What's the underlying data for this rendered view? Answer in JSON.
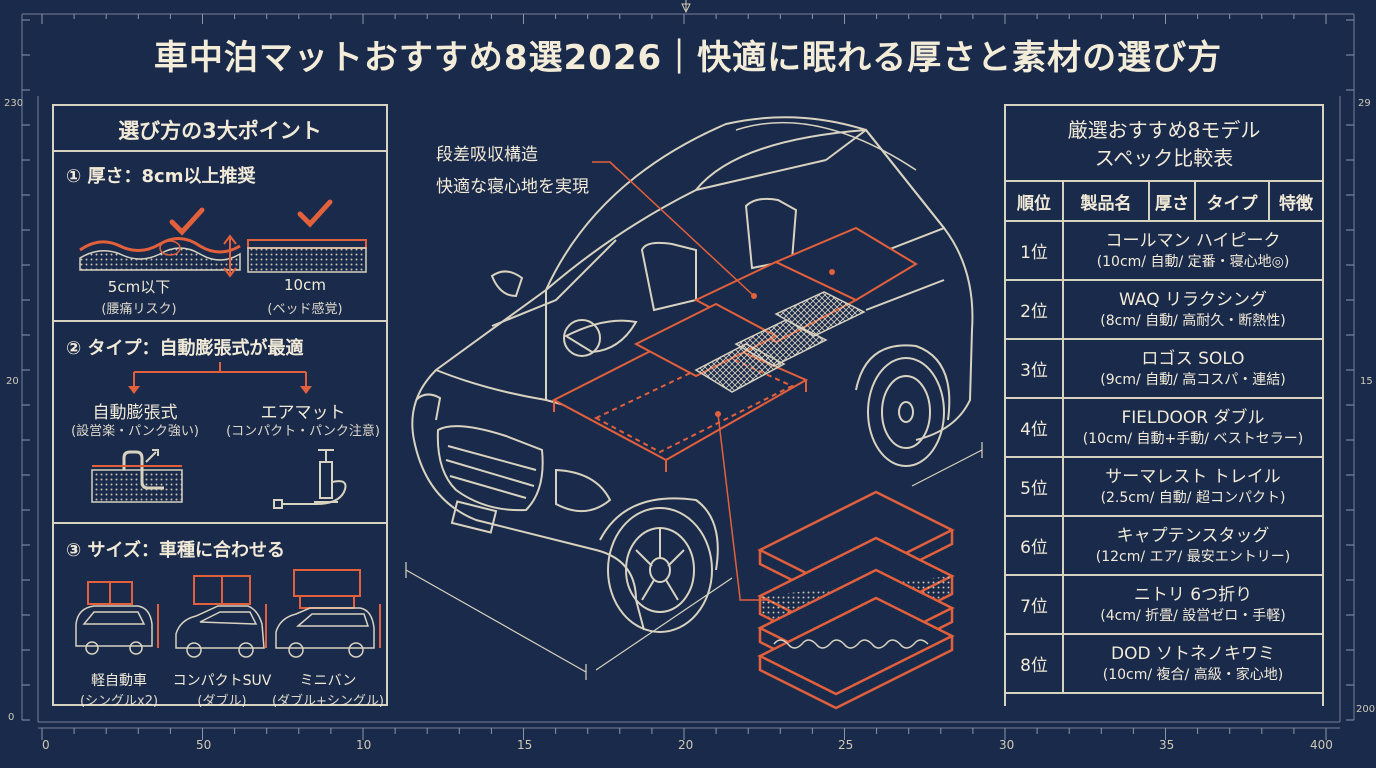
{
  "title": "車中泊マットおすすめ8選2026｜快適に眠れる厚さと素材の選び方",
  "left_panel": {
    "heading": "選び方の3大ポイント",
    "point1": {
      "title": "① 厚さ：8cm以上推奨",
      "a_label": "5cm以下",
      "a_sub": "(腰痛リスク)",
      "b_label": "10cm",
      "b_sub": "(ベッド感覚)"
    },
    "point2": {
      "title": "② タイプ：自動膨張式が最適",
      "a_label": "自動膨張式",
      "a_sub": "(設営楽・パンク強い)",
      "b_label": "エアマット",
      "b_sub": "(コンパクト・パンク注意)"
    },
    "point3": {
      "title": "③ サイズ：車種に合わせる",
      "a_label": "軽自動車",
      "a_sub": "(シングルx2)",
      "b_label": "コンパクトSUV",
      "b_sub": "(ダブル)",
      "c_label": "ミニバン",
      "c_sub": "(ダブル+シングル)"
    }
  },
  "center": {
    "callout_1": "段差吸収構造",
    "callout_2": "快適な寝心地を実現"
  },
  "right_panel": {
    "heading_1": "厳選おすすめ8モデル",
    "heading_2": "スペック比較表",
    "columns": [
      "順位",
      "製品名",
      "厚さ",
      "タイプ",
      "特徴"
    ],
    "rows": [
      {
        "rank": "1位",
        "name": "コールマン ハイピーク",
        "spec": "(10cm/ 自動/ 定番・寝心地◎)"
      },
      {
        "rank": "2位",
        "name": "WAQ リラクシング",
        "spec": "(8cm/ 自動/ 高耐久・断熱性)"
      },
      {
        "rank": "3位",
        "name": "ロゴス SOLO",
        "spec": "(9cm/ 自動/ 高コスパ・連結)"
      },
      {
        "rank": "4位",
        "name": "FIELDOOR ダブル",
        "spec": "(10cm/ 自動+手動/ ベストセラー)"
      },
      {
        "rank": "5位",
        "name": "サーマレスト トレイル",
        "spec": "(2.5cm/ 自動/ 超コンパクト)"
      },
      {
        "rank": "6位",
        "name": "キャプテンスタッグ",
        "spec": "(12cm/ エア/ 最安エントリー)"
      },
      {
        "rank": "7位",
        "name": "ニトリ 6つ折り",
        "spec": "(4cm/ 折畳/ 設営ゼロ・手軽)"
      },
      {
        "rank": "8位",
        "name": "DOD ソトネノキワミ",
        "spec": "(10cm/ 複合/ 高級・家心地)"
      }
    ]
  },
  "ruler": {
    "bottom": [
      "0",
      "50",
      "10",
      "15",
      "20",
      "25",
      "30",
      "35",
      "400"
    ],
    "left": [
      "230",
      "20",
      "0"
    ],
    "right": [
      "29",
      "15",
      "200"
    ]
  },
  "colors": {
    "background": "#1a2a4a",
    "line": "#d8d2c0",
    "accent": "#e2603c",
    "text": "#f1ead8"
  }
}
